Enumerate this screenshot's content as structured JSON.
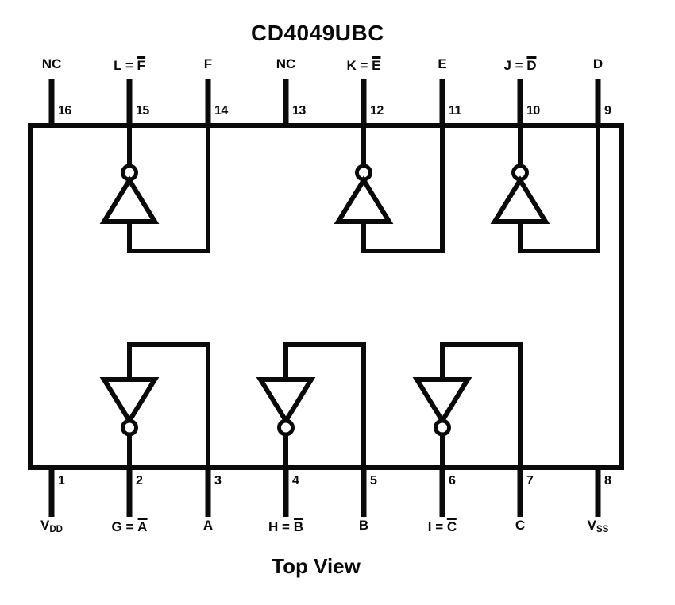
{
  "title": "CD4049UBC",
  "caption": "Top View",
  "colors": {
    "ink": "#0a0a0a",
    "background": "#ffffff"
  },
  "top_pins": [
    {
      "number": "16",
      "label": {
        "pre": "NC"
      }
    },
    {
      "number": "15",
      "label": {
        "pre": "L = ",
        "over": "F"
      }
    },
    {
      "number": "14",
      "label": {
        "pre": "F"
      }
    },
    {
      "number": "13",
      "label": {
        "pre": "NC"
      }
    },
    {
      "number": "12",
      "label": {
        "pre": "K = ",
        "over": "E"
      }
    },
    {
      "number": "11",
      "label": {
        "pre": "E"
      }
    },
    {
      "number": "10",
      "label": {
        "pre": "J = ",
        "over": "D"
      }
    },
    {
      "number": "9",
      "label": {
        "pre": "D"
      }
    }
  ],
  "bottom_pins": [
    {
      "number": "1",
      "label": {
        "pre": "V",
        "sub": "DD"
      }
    },
    {
      "number": "2",
      "label": {
        "pre": "G = ",
        "over": "A"
      }
    },
    {
      "number": "3",
      "label": {
        "pre": "A"
      }
    },
    {
      "number": "4",
      "label": {
        "pre": "H = ",
        "over": "B"
      }
    },
    {
      "number": "5",
      "label": {
        "pre": "B"
      }
    },
    {
      "number": "6",
      "label": {
        "pre": "I = ",
        "over": "C"
      }
    },
    {
      "number": "7",
      "label": {
        "pre": "C"
      }
    },
    {
      "number": "8",
      "label": {
        "pre": "V",
        "sub": "SS"
      }
    }
  ]
}
